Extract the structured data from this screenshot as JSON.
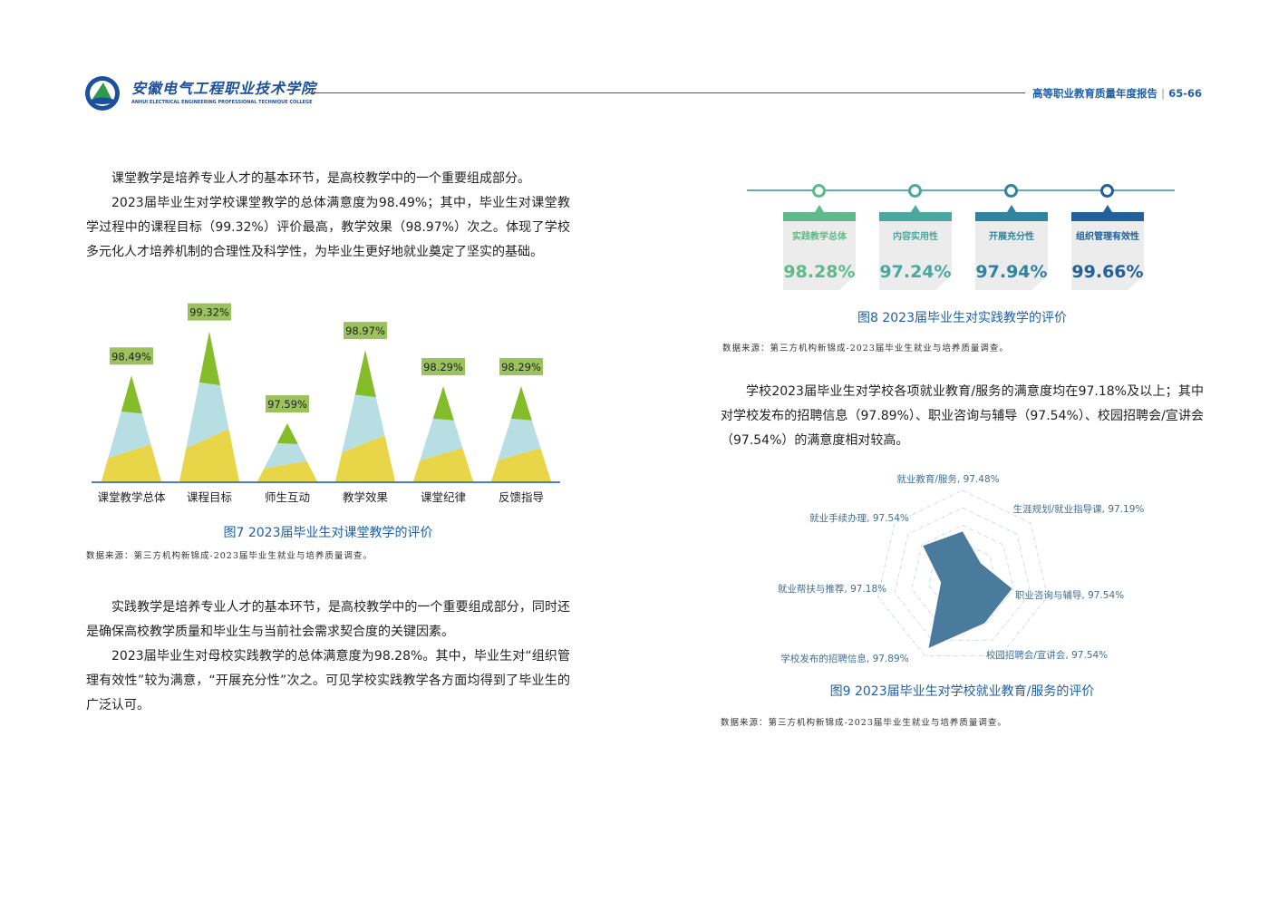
{
  "header": {
    "college_cn": "安徽电气工程职业技术学院",
    "college_en": "ANHUI ELECTRICAL ENGINEERING PROFESSIONAL TECHNIQUE COLLEGE",
    "report_title": "高等职业教育质量年度报告",
    "page_numbers": "65-66"
  },
  "left": {
    "para1": "课堂教学是培养专业人才的基本环节，是高校教学中的一个重要组成部分。",
    "para2": "2023届毕业生对学校课堂教学的总体满意度为98.49%；其中，毕业生对课堂教学过程中的课程目标（99.32%）评价最高，教学效果（98.97%）次之。体现了学校多元化人才培养机制的合理性及科学性，为毕业生更好地就业奠定了坚实的基础。",
    "fig7_caption": "图7 2023届毕业生对课堂教学的评价",
    "fig7_source": "数据来源：第三方机构新锦成-2023届毕业生就业与培养质量调查。",
    "para3": "实践教学是培养专业人才的基本环节，是高校教学中的一个重要组成部分，同时还是确保高校教学质量和毕业生与当前社会需求契合度的关键因素。",
    "para4": "2023届毕业生对母校实践教学的总体满意度为98.28%。其中，毕业生对“组织管理有效性”较为满意，“开展充分性”次之。可见学校实践教学各方面均得到了毕业生的广泛认可。"
  },
  "right": {
    "fig8_caption": "图8 2023届毕业生对实践教学的评价",
    "fig8_source": "数据来源：第三方机构新锦成-2023届毕业生就业与培养质量调查。",
    "para5": "学校2023届毕业生对学校各项就业教育/服务的满意度均在97.18%及以上；其中对学校发布的招聘信息（97.89%）、职业咨询与辅导（97.54%）、校园招聘会/宣讲会（97.54%）的满意度相对较高。",
    "fig9_caption": "图9 2023届毕业生对学校就业教育/服务的评价",
    "fig9_source": "数据来源：第三方机构新锦成-2023届毕业生就业与培养质量调查。"
  },
  "chart_data": [
    {
      "type": "bar",
      "title": "图7 2023届毕业生对课堂教学的评价",
      "categories": [
        "课堂教学总体",
        "课程目标",
        "师生互动",
        "教学效果",
        "课堂纪律",
        "反馈指导"
      ],
      "values": [
        98.49,
        99.32,
        97.59,
        98.97,
        98.29,
        98.29
      ],
      "labels": [
        "98.49%",
        "99.32%",
        "97.59%",
        "98.97%",
        "98.29%",
        "98.29%"
      ],
      "ylim": [
        96.5,
        99.5
      ],
      "colors": {
        "base": "#e8d548",
        "mid": "#b7dfe3",
        "top": "#85bd2a",
        "label_bg": "#9bc25d",
        "axis": "#4a7fc1"
      }
    },
    {
      "type": "table",
      "title": "图8 2023届毕业生对实践教学的评价",
      "items": [
        {
          "label": "实践教学总体",
          "value": "98.28%",
          "color": "#5fb98a"
        },
        {
          "label": "内容实用性",
          "value": "97.24%",
          "color": "#4aa89e"
        },
        {
          "label": "开展充分性",
          "value": "97.94%",
          "color": "#2f84a0"
        },
        {
          "label": "组织管理有效性",
          "value": "99.66%",
          "color": "#22609a"
        }
      ]
    },
    {
      "type": "radar",
      "title": "图9 2023届毕业生对学校就业教育/服务的评价",
      "axes": [
        {
          "label": "就业教育/服务, 97.48%",
          "value": 97.48
        },
        {
          "label": "生涯规划/就业指导课, 97.19%",
          "value": 97.19
        },
        {
          "label": "职业咨询与辅导, 97.54%",
          "value": 97.54
        },
        {
          "label": "校园招聘会/宣讲会, 97.54%",
          "value": 97.54
        },
        {
          "label": "学校发布的招聘信息, 97.89%",
          "value": 97.89
        },
        {
          "label": "就业帮扶与推荐, 97.18%",
          "value": 97.18
        },
        {
          "label": "就业手续办理, 97.54%",
          "value": 97.54
        }
      ],
      "range": [
        96.9,
        98.0
      ],
      "color": "#4a7b9d"
    }
  ]
}
